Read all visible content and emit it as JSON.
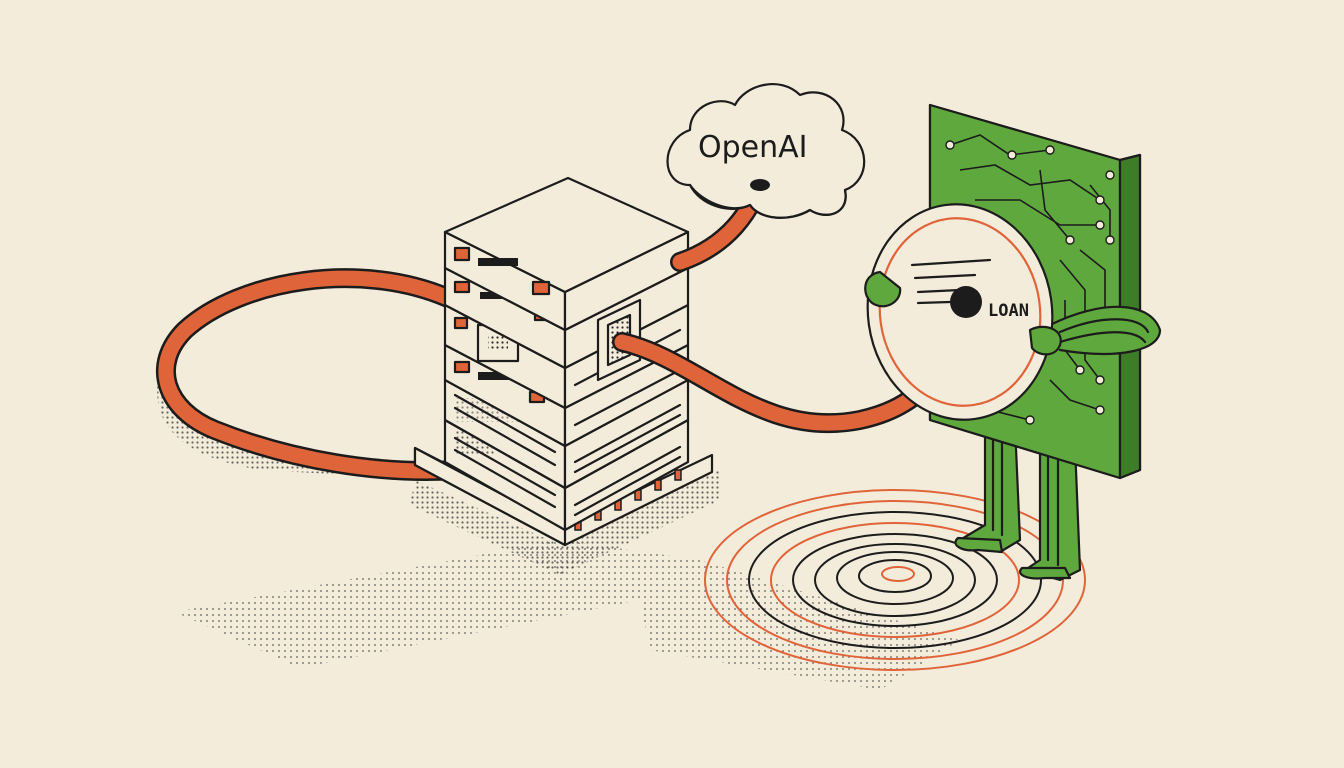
{
  "cloud": {
    "label": "OpenAI"
  },
  "disc": {
    "label": "LOAN"
  },
  "colors": {
    "background": "#f3ecdb",
    "cable": "#e0643a",
    "accent": "#e0643a",
    "board": "#5fa83e",
    "board_dark": "#3e7d27",
    "ink": "#1c1c1c",
    "panel": "#f3ecdb"
  },
  "icons": [
    "cloud-icon",
    "server-rack-icon",
    "circuit-board-character",
    "loan-disc-icon",
    "ripple-rings"
  ]
}
